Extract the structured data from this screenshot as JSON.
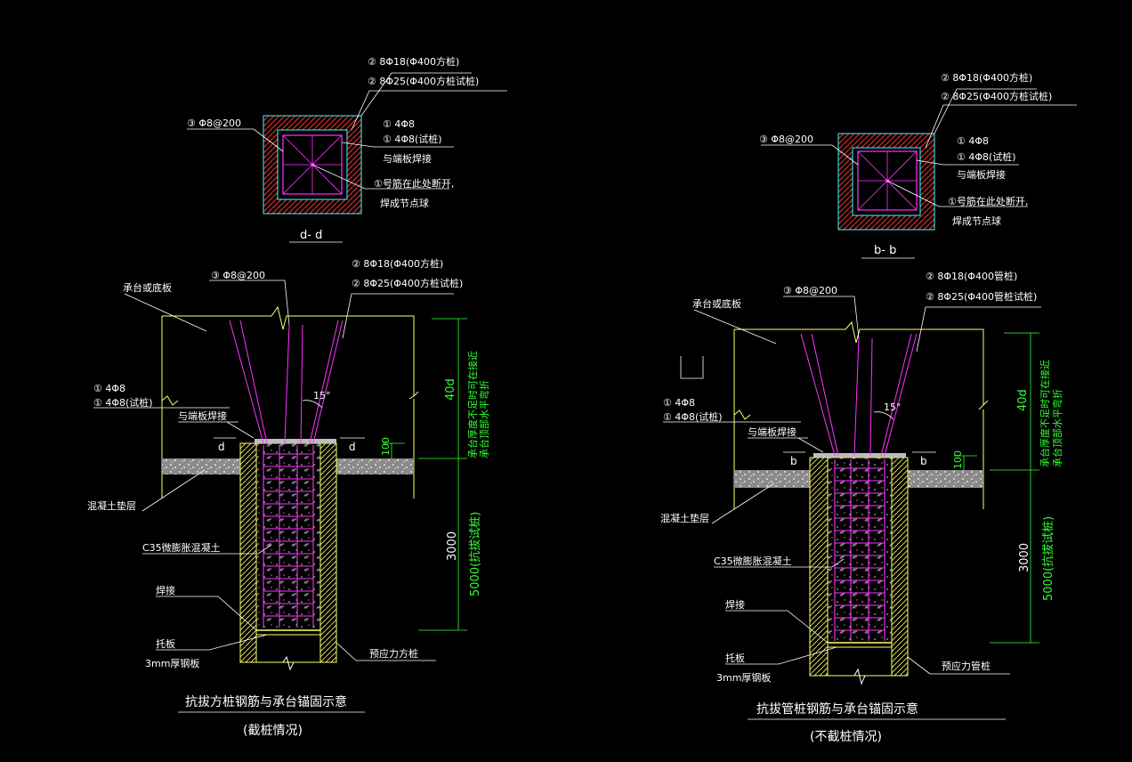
{
  "colors": {
    "background": "#000000",
    "pile_wall": "#ffff66",
    "rebar": "#ff33ff",
    "section_outline": "#33ffff",
    "dimension": "#33ff33",
    "leader": "#ffffff",
    "hatch": "#ff3333",
    "concrete_fill": "#bdbdbd"
  },
  "left": {
    "section_view": {
      "label_rebar_main_1": "② 8Φ18(Φ400方桩)",
      "label_rebar_main_2": "② 8Φ25(Φ400方桩试桩)",
      "label_stirrup": "③ Φ8@200",
      "label_bar1_a": "① 4Φ8",
      "label_bar1_b": "① 4Φ8(试桩)",
      "label_weld": "与端板焊接",
      "label_break_1": "①号筋在此处断开,",
      "label_break_2": "焊成节点球",
      "section_name": "d- d"
    },
    "elevation": {
      "label_stirrup": "③ Φ8@200",
      "label_rebar_main_1": "② 8Φ18(Φ400方桩)",
      "label_rebar_main_2": "② 8Φ25(Φ400方桩试桩)",
      "label_cap": "承台或底板",
      "label_bar1_a": "① 4Φ8",
      "label_bar1_b": "① 4Φ8(试桩)",
      "label_weld_end": "与端板焊接",
      "angle": "15°",
      "section_mark_left": "d",
      "section_mark_right": "d",
      "dim_100": "100",
      "dim_40d": "40d",
      "note_green_1": "承台厚度不足时可在接近",
      "note_green_2": "承台顶部水平弯折",
      "label_cushion": "混凝土垫层",
      "label_concrete": "C35微膨胀混凝土",
      "dim_3000": "3000",
      "dim_5000": "5000(抗拔试桩)",
      "label_welding": "焊接",
      "label_tray_1": "托板",
      "label_tray_2": "3mm厚钢板",
      "label_pile": "预应力方桩",
      "title": "抗拔方桩钢筋与承台锚固示意",
      "subtitle": "(截桩情况)"
    }
  },
  "right": {
    "section_view": {
      "label_rebar_main_1": "② 8Φ18(Φ400方桩)",
      "label_rebar_main_2": "② 8Φ25(Φ400方桩试桩)",
      "label_stirrup": "③ Φ8@200",
      "label_bar1_a": "① 4Φ8",
      "label_bar1_b": "① 4Φ8(试桩)",
      "label_weld": "与端板焊接",
      "label_break_1": "①号筋在此处断开,",
      "label_break_2": "焊成节点球",
      "section_name": "b- b"
    },
    "elevation": {
      "label_stirrup": "③ Φ8@200",
      "label_rebar_main_1": "② 8Φ18(Φ400管桩)",
      "label_rebar_main_2": "② 8Φ25(Φ400管桩试桩)",
      "label_cap": "承台或底板",
      "label_bar1_a": "① 4Φ8",
      "label_bar1_b": "① 4Φ8(试桩)",
      "label_weld_end": "与端板焊接",
      "angle": "15°",
      "section_mark_left": "b",
      "section_mark_right": "b",
      "dim_100": "100",
      "dim_40d": "40d",
      "note_green_1": "承台厚度不足时可在接近",
      "note_green_2": "承台顶部水平弯折",
      "label_cushion": "混凝土垫层",
      "label_concrete": "C35微膨胀混凝土",
      "dim_3000": "3000",
      "dim_5000": "5000(抗拔试桩)",
      "label_welding": "焊接",
      "label_tray_1": "托板",
      "label_tray_2": "3mm厚钢板",
      "label_pile": "预应力管桩",
      "title": "抗拔管桩钢筋与承台锚固示意",
      "subtitle": "(不截桩情况)"
    }
  }
}
